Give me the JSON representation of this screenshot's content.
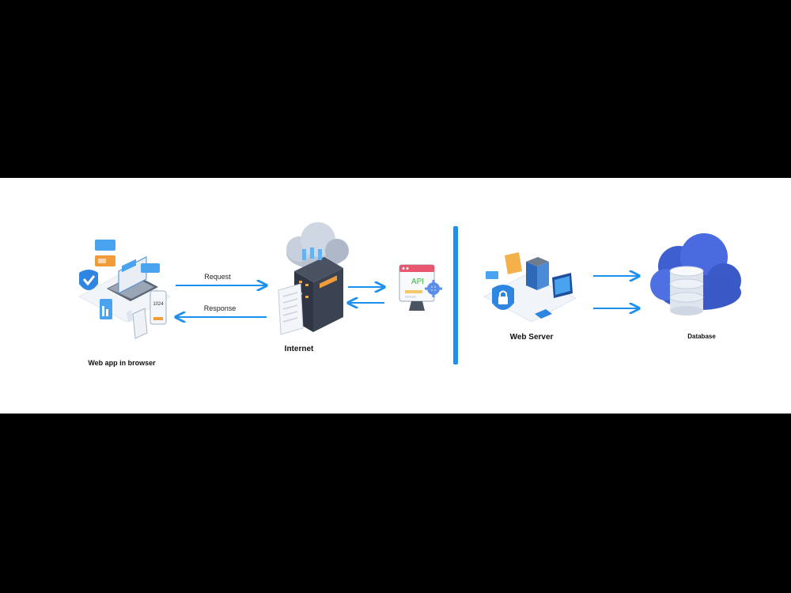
{
  "nodes": {
    "web_app": {
      "label": "Web app in browser"
    },
    "internet": {
      "label": "Internet"
    },
    "api": {
      "badge": "API"
    },
    "web_server": {
      "label": "Web Server"
    },
    "database": {
      "label": "Database"
    }
  },
  "edges": {
    "request": {
      "label": "Request"
    },
    "response": {
      "label": "Response"
    }
  },
  "sample_screen": {
    "code": "1024"
  },
  "colors": {
    "arrow": "#1e90f0",
    "divider": "#1e90f0",
    "background": "#ffffff",
    "letterbox": "#000000"
  }
}
